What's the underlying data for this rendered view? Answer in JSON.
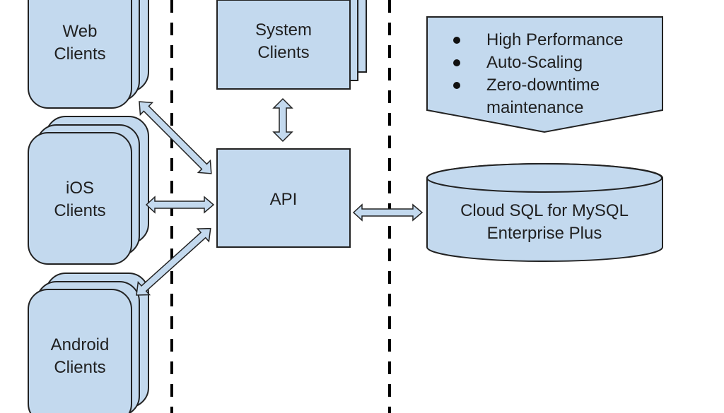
{
  "colors": {
    "node_fill": "#c3d9ee",
    "stroke": "#222222",
    "divider": "#000000",
    "text": "#1f1f1f"
  },
  "nodes": {
    "web_clients": {
      "line1": "Web",
      "line2": "Clients"
    },
    "ios_clients": {
      "line1": "iOS",
      "line2": "Clients"
    },
    "android_clients": {
      "line1": "Android",
      "line2": "Clients"
    },
    "system_clients": {
      "line1": "System",
      "line2": "Clients"
    },
    "api": {
      "label": "API"
    },
    "database": {
      "line1": "Cloud SQL for MySQL",
      "line2": "Enterprise Plus"
    },
    "features": {
      "items": [
        "High Performance",
        "Auto-Scaling",
        "Zero-downtime",
        "maintenance"
      ]
    }
  },
  "connections": [
    {
      "from": "web_clients",
      "to": "api",
      "direction": "bidirectional"
    },
    {
      "from": "ios_clients",
      "to": "api",
      "direction": "bidirectional"
    },
    {
      "from": "android_clients",
      "to": "api",
      "direction": "bidirectional"
    },
    {
      "from": "system_clients",
      "to": "api",
      "direction": "bidirectional"
    },
    {
      "from": "api",
      "to": "database",
      "direction": "bidirectional"
    }
  ]
}
